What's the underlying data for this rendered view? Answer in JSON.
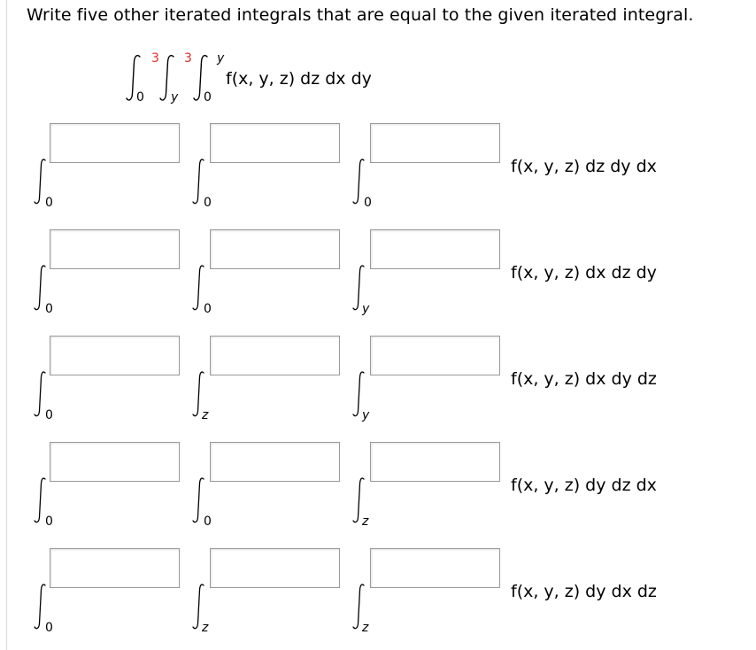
{
  "question": "Write five other iterated integrals that are equal to the given iterated integral.",
  "given": {
    "limits": [
      {
        "upper": "3",
        "lower": "0"
      },
      {
        "upper": "3",
        "lower": "y"
      },
      {
        "upper": "y",
        "lower": "0"
      }
    ],
    "integrand": "f(x, y, z) dz dx dy"
  },
  "rows": [
    {
      "lower_limits": [
        "0",
        "0",
        "0"
      ],
      "integrand": "f(x, y, z) dz dy dx",
      "inputs": [
        "",
        "",
        ""
      ]
    },
    {
      "lower_limits": [
        "0",
        "0",
        "y"
      ],
      "integrand": "f(x, y, z) dx dz dy",
      "inputs": [
        "",
        "",
        ""
      ]
    },
    {
      "lower_limits": [
        "0",
        "z",
        "y"
      ],
      "integrand": "f(x, y, z) dx dy dz",
      "inputs": [
        "",
        "",
        ""
      ]
    },
    {
      "lower_limits": [
        "0",
        "0",
        "z"
      ],
      "integrand": "f(x, y, z) dy dz dx",
      "inputs": [
        "",
        "",
        ""
      ]
    },
    {
      "lower_limits": [
        "0",
        "z",
        "z"
      ],
      "integrand": "f(x, y, z) dy dx dz",
      "inputs": [
        "",
        "",
        ""
      ]
    }
  ],
  "colors": {
    "upper_limit_highlight": "#e0302b",
    "box_border": "#9a9a9a"
  }
}
